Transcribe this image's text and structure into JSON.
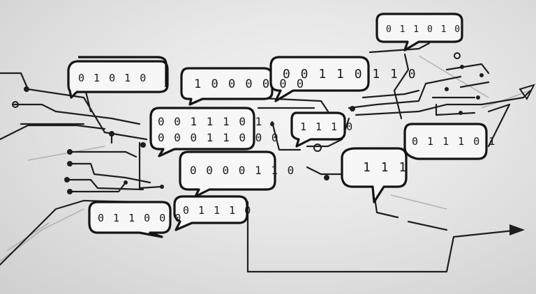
{
  "image": {
    "bubbles": [
      {
        "lines": [
          "0 1 1 0 1 0"
        ]
      },
      {
        "lines": [
          "0 1 0 1 0"
        ]
      },
      {
        "lines": [
          "1 0 0 0 0 0 0"
        ]
      },
      {
        "lines": [
          "0 0 1 1 0 1 1 0"
        ]
      },
      {
        "lines": [
          "0 0 1 1 1 0 1",
          "0 0 0 1 1 0 0 0"
        ]
      },
      {
        "lines": [
          "1 1 1 0"
        ]
      },
      {
        "lines": [
          "0 1 1 1 0 1"
        ]
      },
      {
        "lines": [
          "0 0 0 0 1 1 0"
        ]
      },
      {
        "lines": [
          "1 1 1"
        ]
      },
      {
        "lines": [
          "0 1 1 0 0 0"
        ]
      },
      {
        "lines": [
          "0 1 1 1 0"
        ]
      }
    ]
  }
}
